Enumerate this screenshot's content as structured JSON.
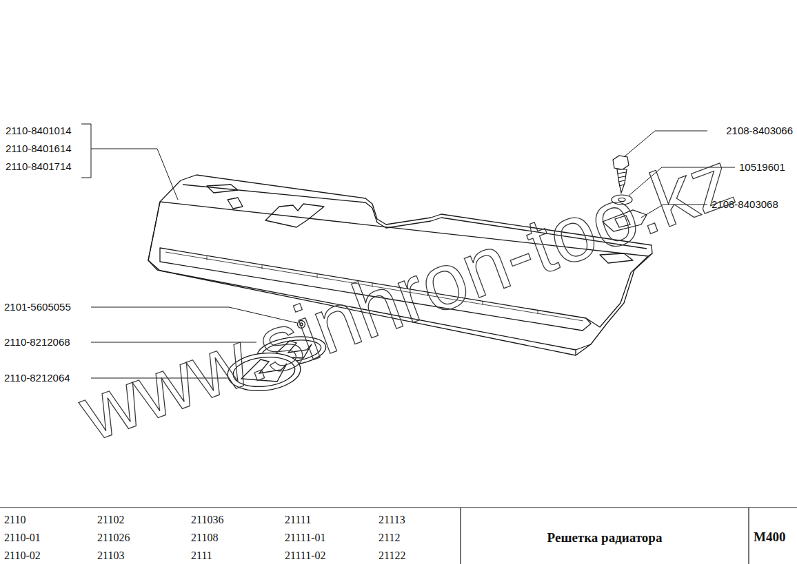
{
  "diagram": {
    "title": "Решетка радиатора",
    "labels": [
      "2110-8401014",
      "2110-8401614",
      "2110-8401714",
      "2108-8403066",
      "10519601",
      "2108-8403068",
      "2101-5605055",
      "2110-8212068",
      "2110-8212064",
      "2110",
      "2110-01",
      "2110-02",
      "21102",
      "211026",
      "21103",
      "211036",
      "21108",
      "2111",
      "21111",
      "21111-01",
      "21111-02",
      "21113",
      "2112",
      "21122",
      "M400",
      "www.sinhron-too.kz"
    ]
  }
}
